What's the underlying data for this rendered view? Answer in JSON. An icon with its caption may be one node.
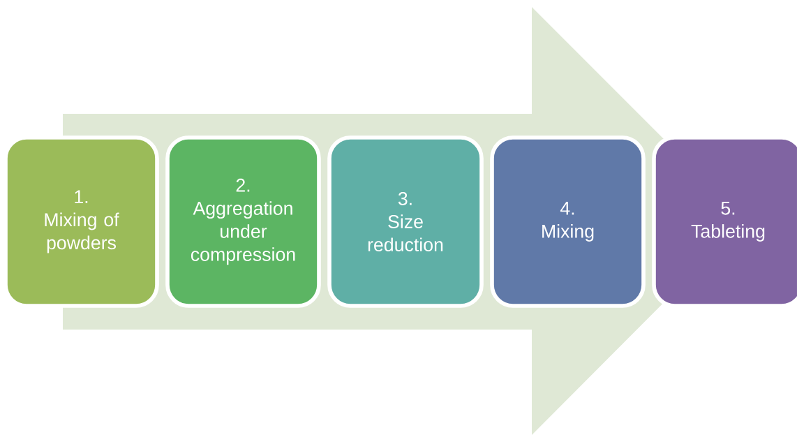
{
  "diagram": {
    "nodes": [
      {
        "text": [
          "1.",
          "Mixing of powders"
        ]
      },
      {
        "text": [
          "2.",
          "Aggregation under compression"
        ]
      },
      {
        "text": [
          "3.",
          "Size reduction"
        ]
      },
      {
        "text": [
          "4.",
          "Mixing"
        ]
      },
      {
        "text": [
          "5.",
          "Tableting"
        ]
      }
    ],
    "edges": [
      {
        "from": 0,
        "to": 4,
        "arrow": "to"
      }
    ]
  }
}
